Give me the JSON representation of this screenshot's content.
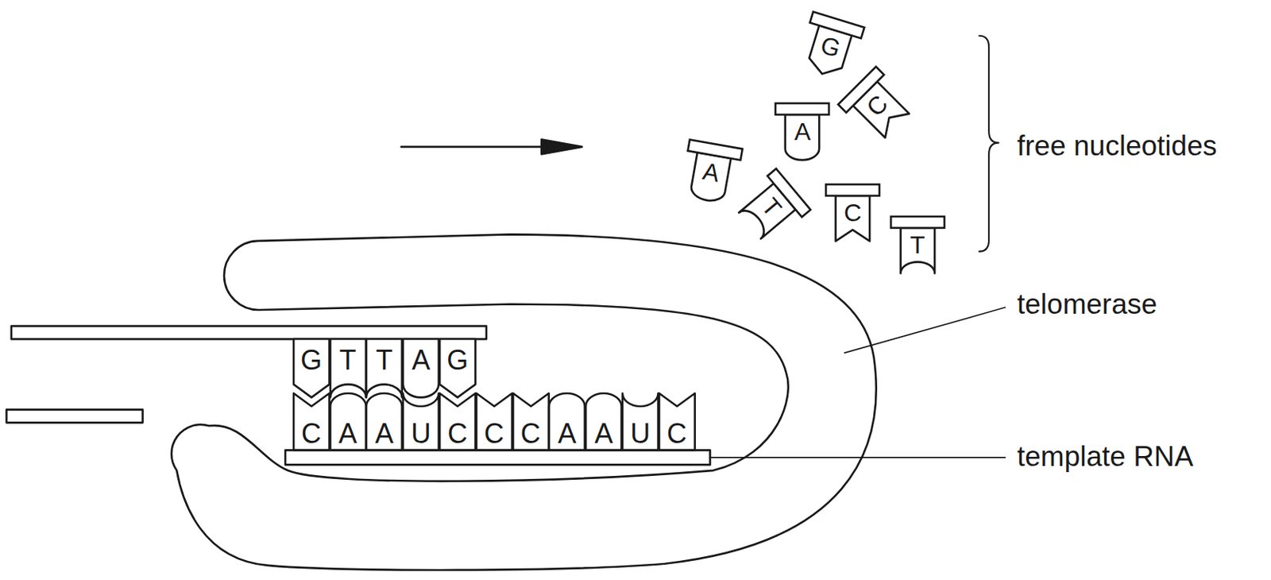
{
  "diagram": {
    "nodes": [
      {
        "text": [
          "G"
        ]
      },
      {
        "text": [
          "C"
        ]
      },
      {
        "text": [
          "A"
        ]
      },
      {
        "text": [
          "A"
        ]
      },
      {
        "text": [
          "T"
        ]
      },
      {
        "text": [
          "C"
        ]
      },
      {
        "text": [
          "T"
        ]
      },
      {
        "text": [
          "G"
        ]
      },
      {
        "text": [
          "T"
        ]
      },
      {
        "text": [
          "T"
        ]
      },
      {
        "text": [
          "A"
        ]
      },
      {
        "text": [
          "G"
        ]
      },
      {
        "text": [
          "C"
        ]
      },
      {
        "text": [
          "A"
        ]
      },
      {
        "text": [
          "A"
        ]
      },
      {
        "text": [
          "U"
        ]
      },
      {
        "text": [
          "C"
        ]
      },
      {
        "text": [
          "C"
        ]
      },
      {
        "text": [
          "C"
        ]
      },
      {
        "text": [
          "A"
        ]
      },
      {
        "text": [
          "A"
        ]
      },
      {
        "text": [
          "U"
        ]
      },
      {
        "text": [
          "C"
        ]
      }
    ],
    "labels": [
      "free nucleotides",
      "telomerase",
      "template RNA"
    ]
  }
}
